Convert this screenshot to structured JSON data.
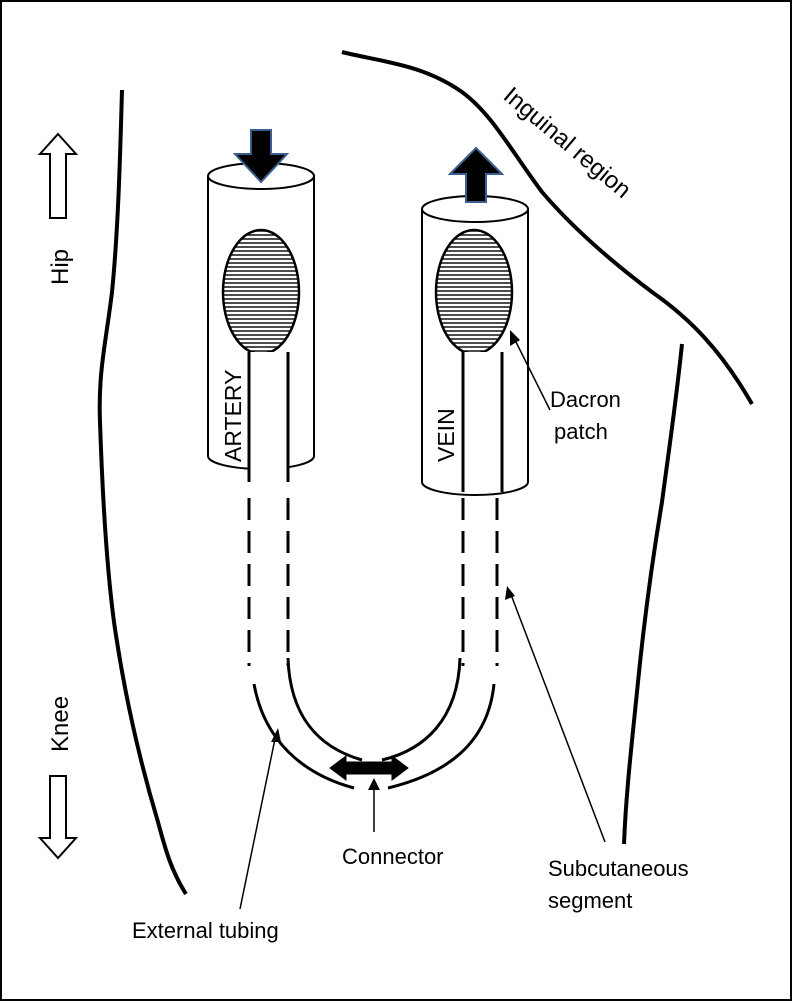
{
  "labels": {
    "hip": "Hip",
    "knee": "Knee",
    "inguinal": "Inguinal region",
    "artery": "ARTERY",
    "vein": "VEIN",
    "dacron_line1": "Dacron",
    "dacron_line2": "patch",
    "connector": "Connector",
    "subcutaneous_line1": "Subcutaneous",
    "subcutaneous_line2": "segment",
    "external_tubing": "External tubing"
  },
  "colors": {
    "stroke": "#000000",
    "arrow_fill": "#000000",
    "arrow_outline": "#3a5f8f",
    "background": "#ffffff"
  },
  "icons": {
    "flow_in": "arrow-down-icon",
    "flow_out": "arrow-up-icon",
    "direction_up": "hollow-arrow-up-icon",
    "direction_down": "hollow-arrow-down-icon",
    "connector": "double-arrow-icon"
  }
}
